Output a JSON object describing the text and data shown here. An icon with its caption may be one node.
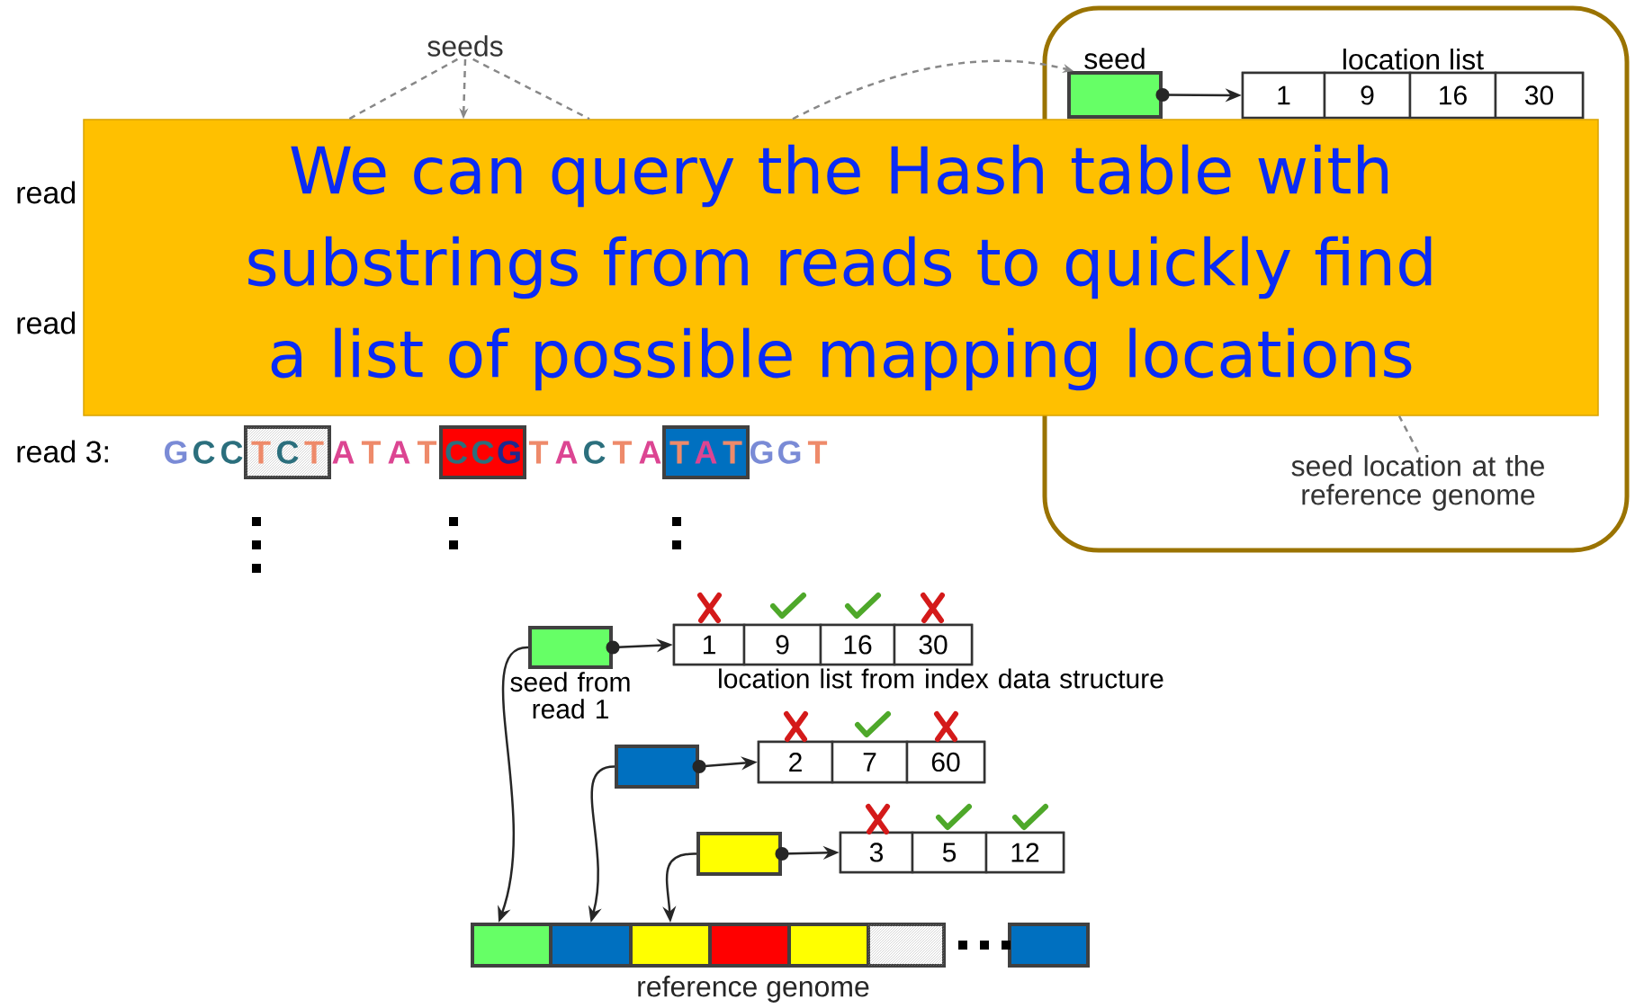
{
  "diagram": {
    "nodes": [
      {
        "text": [
          "seeds"
        ]
      },
      {
        "text": [],
        "shape": "box"
      },
      {
        "text": [
          "seed"
        ],
        "in": 1
      },
      {
        "text": [
          "location list"
        ],
        "in": 1
      },
      {
        "text": [
          "1"
        ],
        "in": 3
      },
      {
        "text": [
          "9"
        ],
        "in": 3
      },
      {
        "text": [
          "16"
        ],
        "in": 3
      },
      {
        "text": [
          "30"
        ],
        "in": 3
      },
      {
        "text": [
          "We can query the Hash table with substrings from reads to quickly find a list of possible mapping locations"
        ]
      },
      {
        "text": [
          "T",
          "C",
          "T"
        ]
      },
      {
        "text": [
          "C",
          "C",
          "G"
        ]
      },
      {
        "text": [
          "T",
          "A",
          "T"
        ]
      },
      {
        "text": [
          "seed location at the reference genome"
        ],
        "in": 1
      },
      {
        "text": [],
        "shape": "box",
        "beside": [
          "seed from read 1"
        ]
      },
      {
        "text": [],
        "shape": "box",
        "beside": [
          "location list from index data structure"
        ]
      },
      {
        "text": [
          "1"
        ],
        "in": 14
      },
      {
        "text": [
          "9"
        ],
        "in": 14
      },
      {
        "text": [
          "16"
        ],
        "in": 14
      },
      {
        "text": [
          "30"
        ],
        "in": 14
      },
      {
        "text": [],
        "shape": "box"
      },
      {
        "text": [],
        "shape": "box"
      },
      {
        "text": [
          "2"
        ],
        "in": 20
      },
      {
        "text": [
          "7"
        ],
        "in": 20
      },
      {
        "text": [
          "60"
        ],
        "in": 20
      },
      {
        "text": [],
        "shape": "box"
      },
      {
        "text": [],
        "shape": "box"
      },
      {
        "text": [
          "3"
        ],
        "in": 25
      },
      {
        "text": [
          "5"
        ],
        "in": 25
      },
      {
        "text": [
          "12"
        ],
        "in": 25
      },
      {
        "text": [
          "reference genome"
        ]
      },
      {
        "text": [],
        "shape": "box"
      },
      {
        "text": [],
        "shape": "box"
      },
      {
        "text": [],
        "shape": "box"
      },
      {
        "text": [],
        "shape": "box"
      },
      {
        "text": [],
        "shape": "box"
      },
      {
        "text": [],
        "shape": "box"
      },
      {
        "text": [],
        "shape": "box"
      }
    ],
    "edges": [
      {
        "from": 0,
        "to": 8,
        "arrow": "none",
        "style": "dashed",
        "color": "#888888"
      },
      {
        "from": 0,
        "to": 8,
        "arrow": "to",
        "style": "dashed",
        "color": "#888888"
      },
      {
        "from": 0,
        "to": 8,
        "arrow": "none",
        "style": "dashed",
        "color": "#888888"
      },
      {
        "from": 8,
        "to": 2,
        "arrow": "to",
        "style": "dashed",
        "color": "#888888"
      },
      {
        "from": 2,
        "to": 3,
        "arrow": "to"
      },
      {
        "from": 12,
        "to": 8,
        "arrow": "none",
        "style": "dashed",
        "color": "#888888"
      },
      {
        "from": 13,
        "to": 14,
        "arrow": "to"
      },
      {
        "from": 19,
        "to": 20,
        "arrow": "to"
      },
      {
        "from": 24,
        "to": 25,
        "arrow": "to"
      },
      {
        "from": 13,
        "to": 30,
        "arrow": "to"
      },
      {
        "from": 19,
        "to": 31,
        "arrow": "to"
      },
      {
        "from": 24,
        "to": 32,
        "arrow": "to"
      }
    ],
    "labels": [
      "read",
      "read",
      "read 3:",
      "G",
      "C",
      "C",
      "A",
      "T",
      "A",
      "T",
      "T",
      "A",
      "C",
      "T",
      "A",
      "G",
      "G",
      "T"
    ]
  }
}
